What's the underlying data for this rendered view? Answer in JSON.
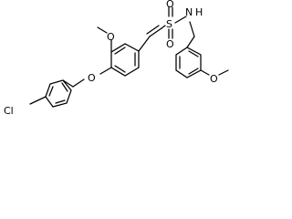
{
  "diagram": {
    "type": "chemical-structure",
    "atom_labels": {
      "sulfur": "S",
      "sulfonyl_o_top": "O",
      "sulfonyl_o_bottom": "O",
      "nh": "N",
      "nh_h": "H",
      "methoxy_o_left": "O",
      "ether_o": "O",
      "methoxy_o_right": "O",
      "chlorine": "Cl"
    }
  }
}
